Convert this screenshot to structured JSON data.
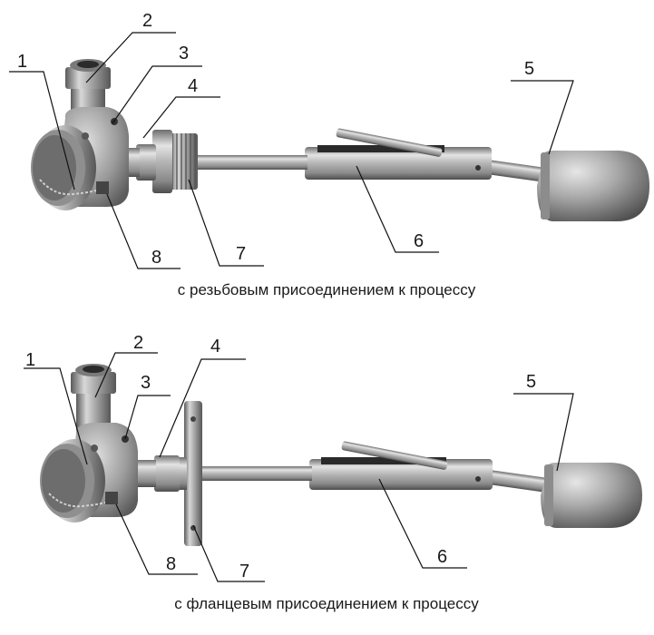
{
  "diagrams": [
    {
      "caption": "с резьбовым присоединением к процессу",
      "callouts": [
        "1",
        "2",
        "3",
        "4",
        "5",
        "6",
        "7",
        "8"
      ]
    },
    {
      "caption": "с фланцевым присоединением к процессу",
      "callouts": [
        "1",
        "2",
        "3",
        "4",
        "5",
        "6",
        "7",
        "8"
      ]
    }
  ]
}
